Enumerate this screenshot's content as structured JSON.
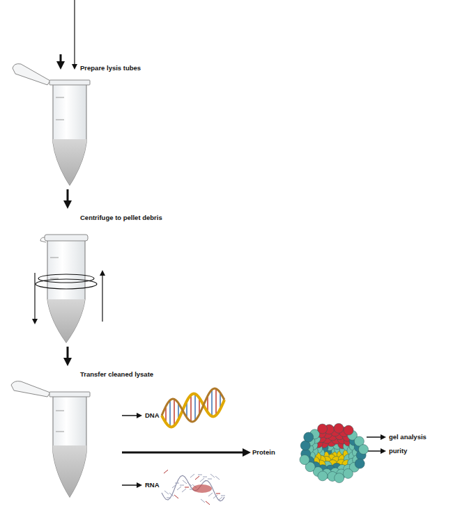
{
  "diagram": {
    "labels": [
      "Prepare lysis tubes",
      "Centrifuge to pellet debris",
      "Transfer cleaned lysate",
      "DNA",
      "Protein",
      "RNA",
      "gel analysis",
      "purity"
    ]
  }
}
